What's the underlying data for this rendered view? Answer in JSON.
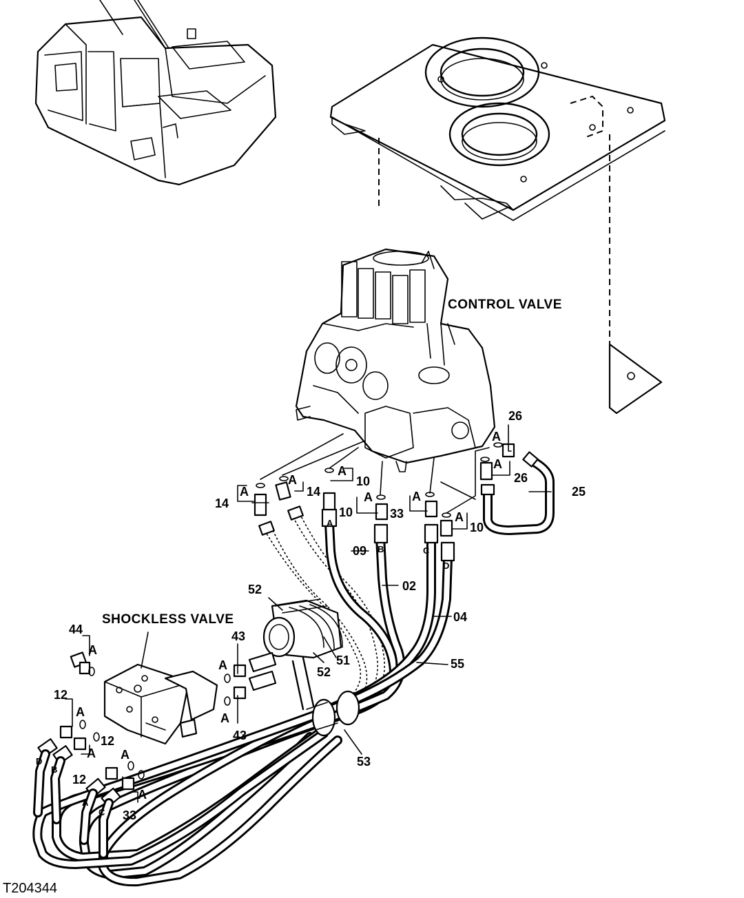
{
  "captions": {
    "control_valve": "CONTROL VALVE",
    "shockless_valve": "SHOCKLESS VALVE"
  },
  "figure_ref": "T204344",
  "callouts": [
    "26",
    "A",
    "A",
    "26",
    "25",
    "14",
    "A",
    "A",
    "14",
    "A",
    "10",
    "A",
    "10",
    "33",
    "A",
    "A",
    "10",
    "09",
    "02",
    "04",
    "55",
    "52",
    "51",
    "52",
    "53",
    "44",
    "A",
    "43",
    "A",
    "A",
    "43",
    "12",
    "A",
    "A",
    "12",
    "A",
    "12",
    "A",
    "33"
  ],
  "hose_letters": [
    "A",
    "B",
    "C",
    "D",
    "D",
    "B",
    "A",
    "C"
  ]
}
